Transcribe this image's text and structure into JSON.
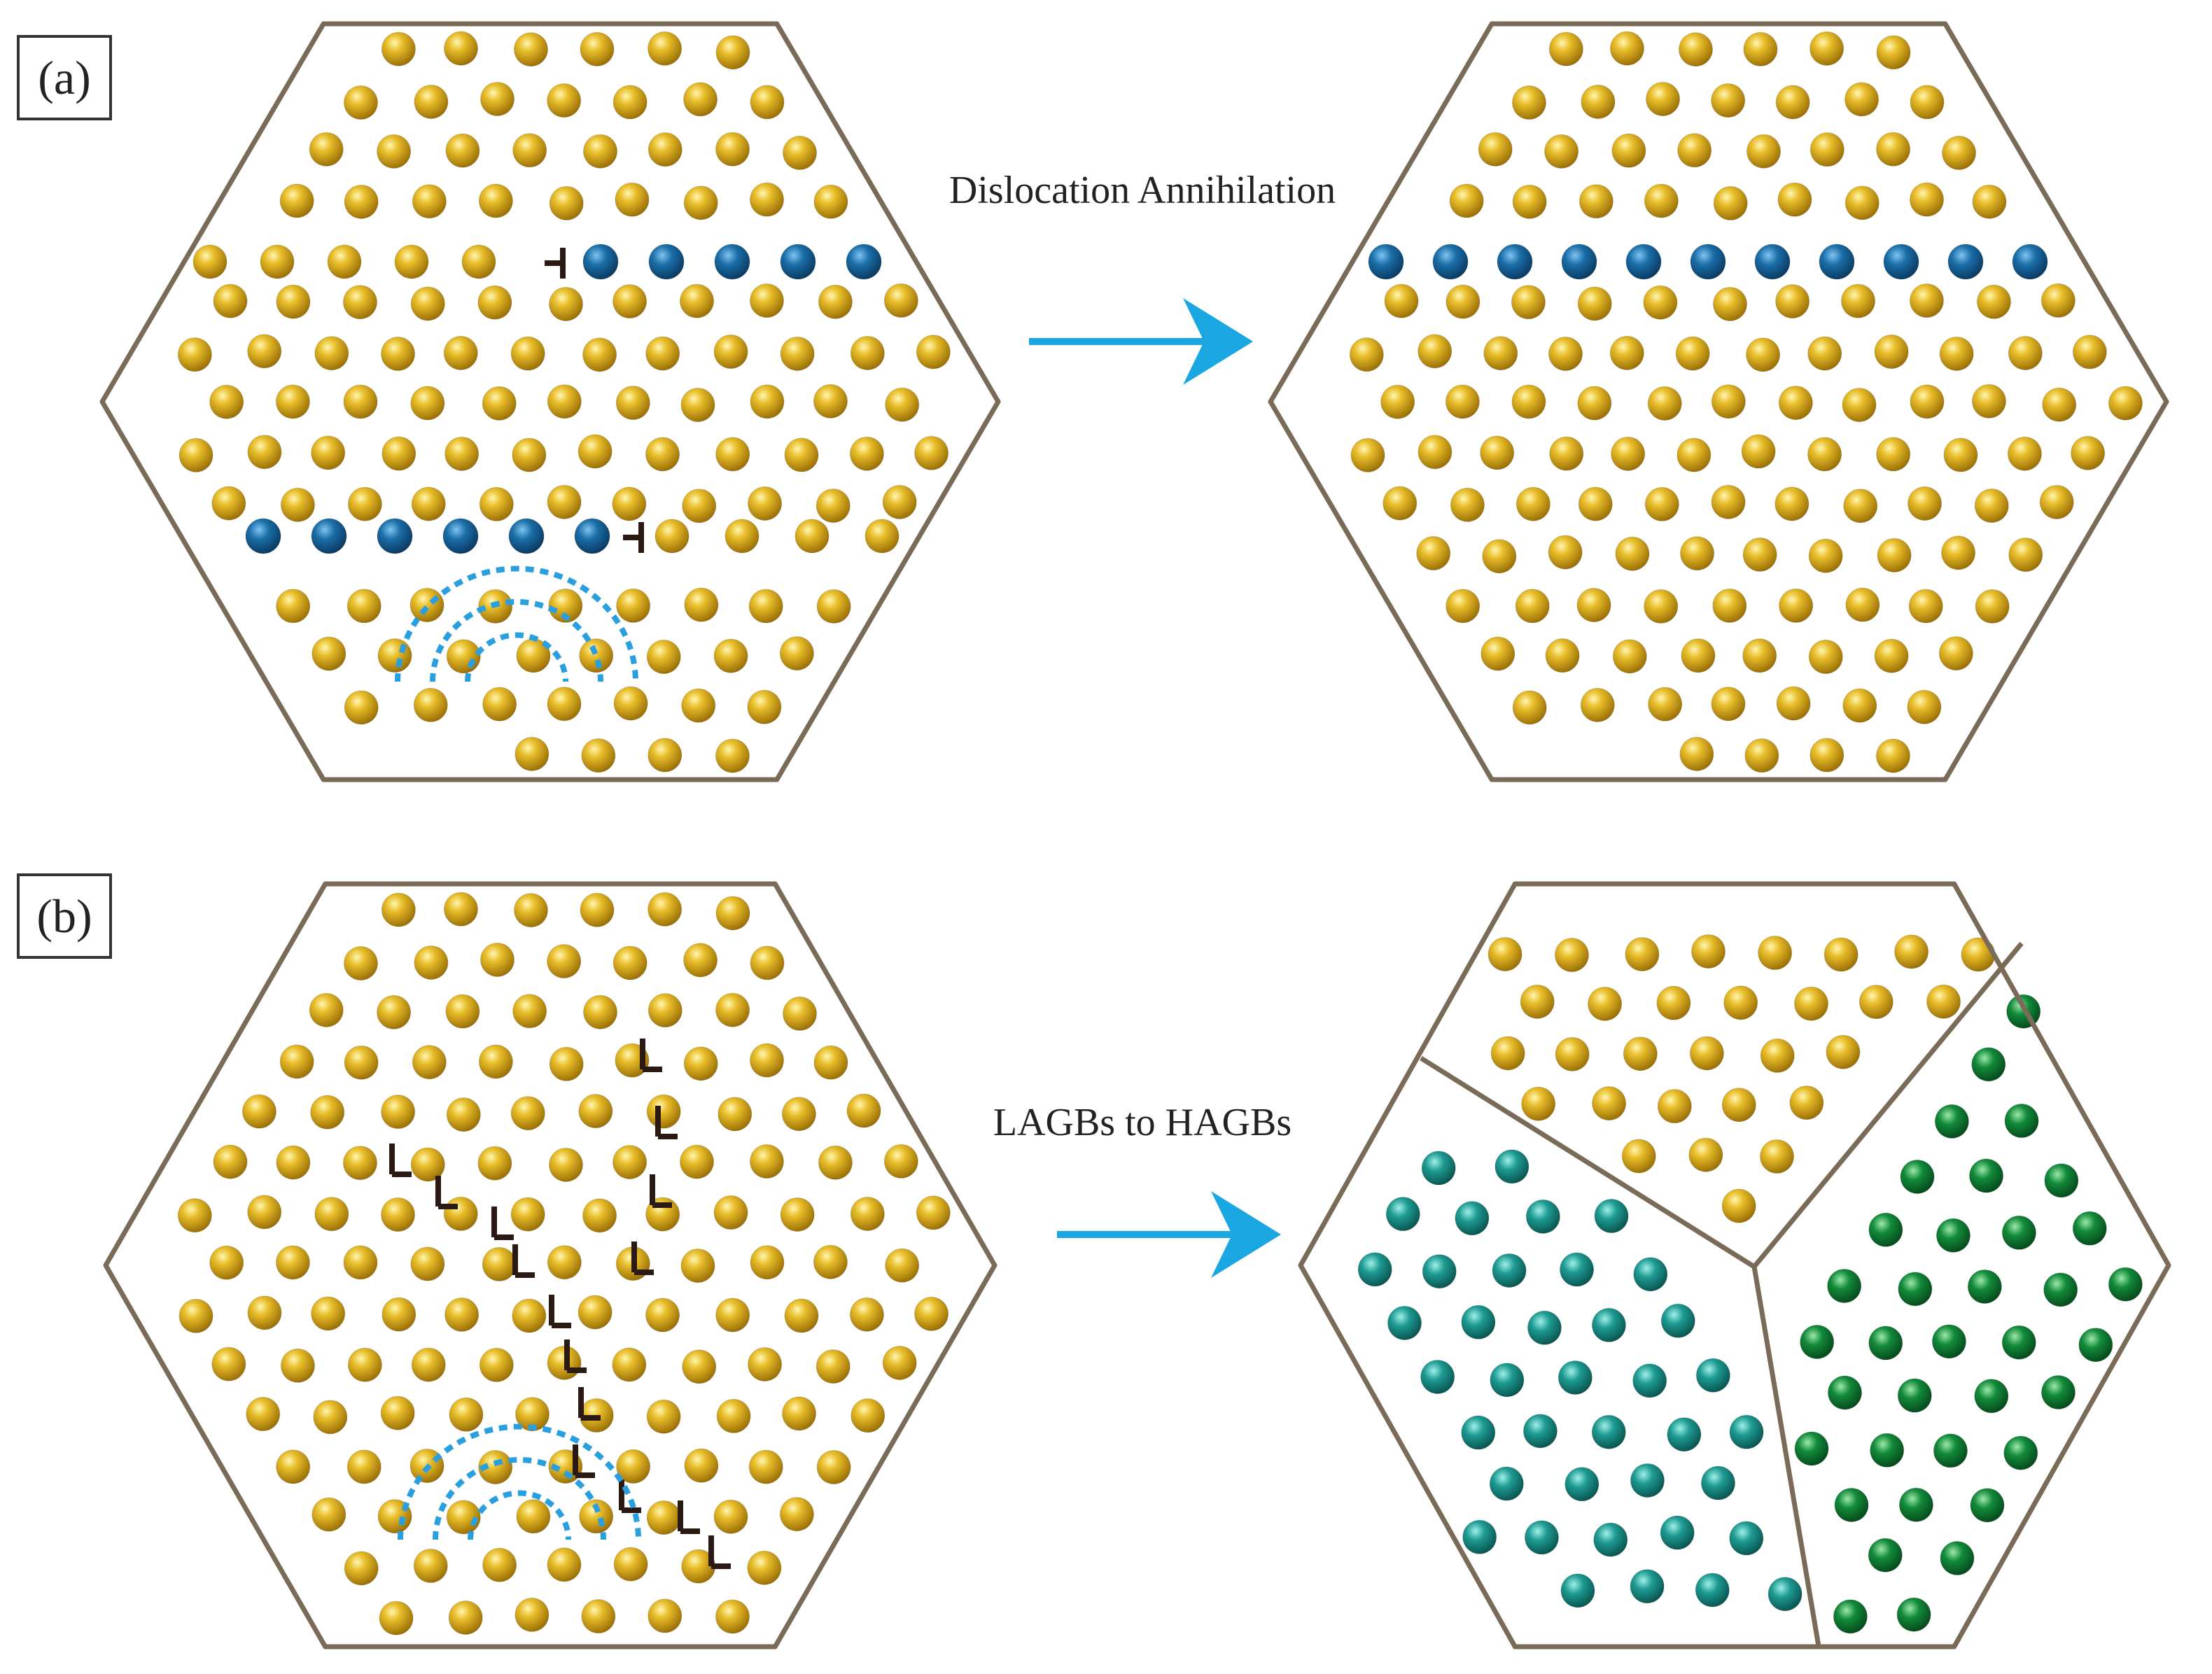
{
  "colors": {
    "outline": "#7a6a58",
    "gold_atom": "#d4a514",
    "blue_atom": "#1a6ea8",
    "teal_atom": "#1d9a92",
    "green_atom": "#128a3a",
    "arrow": "#1aa6e0",
    "dislocation": "#2b1a14",
    "strain_arc": "#2a9fe0"
  },
  "panels": [
    {
      "id": "a",
      "label": "(a)",
      "caption": "Dislocation Annihilation"
    },
    {
      "id": "b",
      "label": "(b)",
      "caption": "LAGBs to HAGBs"
    }
  ],
  "icons": [
    "edge-dislocation-icon",
    "process-arrow-icon",
    "strain-field-arc-icon"
  ]
}
